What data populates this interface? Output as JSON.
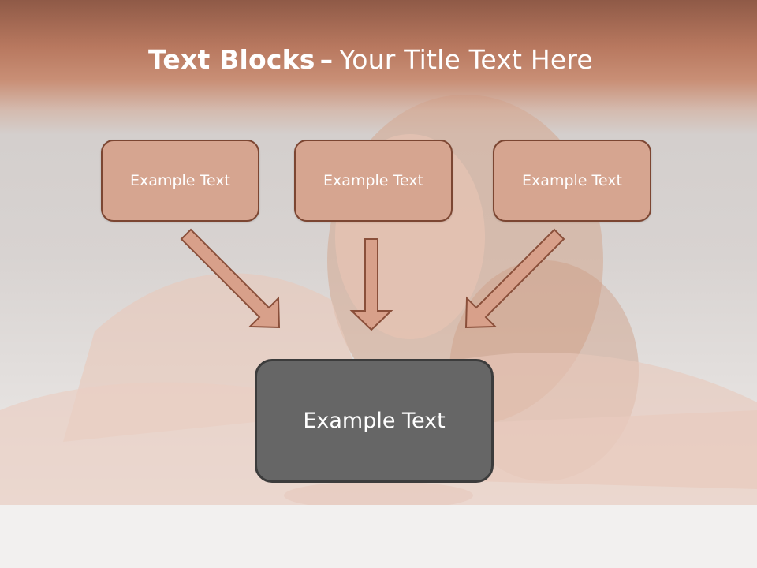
{
  "slide": {
    "title_bold": "Text Blocks",
    "title_dash": "–",
    "title_rest": "Your Title Text Here"
  },
  "blocks": {
    "left": "Example Text",
    "center": "Example Text",
    "right": "Example Text",
    "main": "Example Text"
  },
  "colors": {
    "title_band": "#b8785f",
    "block_fill": "#d6a590",
    "block_border": "#7c4632",
    "main_fill": "#666666",
    "arrow_fill": "#d8a08a",
    "arrow_stroke": "#8a4f3a"
  },
  "arrows": [
    {
      "from": "left",
      "to": "main"
    },
    {
      "from": "center",
      "to": "main"
    },
    {
      "from": "right",
      "to": "main"
    }
  ]
}
